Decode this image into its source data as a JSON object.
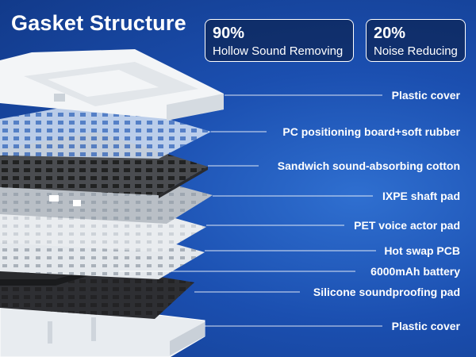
{
  "title": "Gasket Structure",
  "stats": [
    {
      "value": "90%",
      "label": "Hollow Sound Removing"
    },
    {
      "value": "20%",
      "label": "Noise Reducing"
    }
  ],
  "layers": [
    {
      "label": "Plastic cover"
    },
    {
      "label": "PC positioning board+soft rubber"
    },
    {
      "label": "Sandwich sound-absorbing cotton"
    },
    {
      "label": "IXPE shaft pad"
    },
    {
      "label": "PET voice actor pad"
    },
    {
      "label": "Hot swap PCB"
    },
    {
      "label": "6000mAh battery"
    },
    {
      "label": "Silicone soundproofing pad"
    },
    {
      "label": "Plastic cover"
    }
  ],
  "colors": {
    "background": "#1b4fb0",
    "text": "#ffffff"
  }
}
